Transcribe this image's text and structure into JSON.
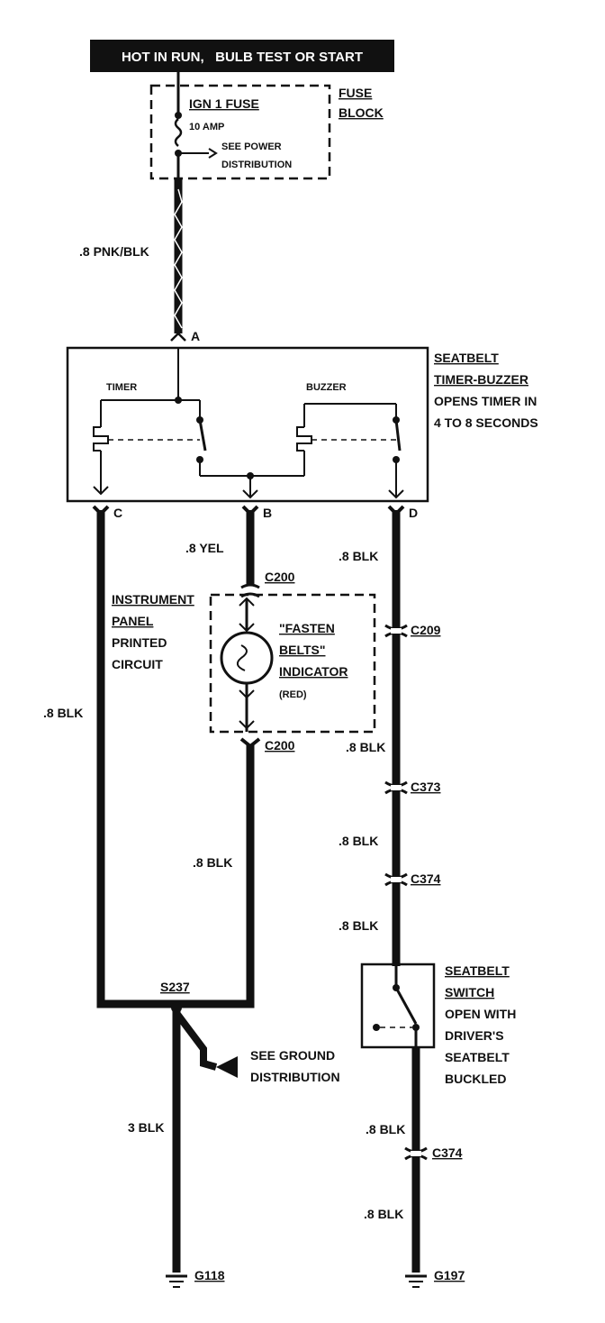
{
  "header": {
    "power_label": "HOT IN RUN,   BULB TEST OR START"
  },
  "fuse_block": {
    "fuse_name": "IGN 1 FUSE",
    "fuse_rating": "10 AMP",
    "see_power_line1": "SEE POWER",
    "see_power_line2": "DISTRIBUTION",
    "block_label_line1": "FUSE",
    "block_label_line2": "BLOCK"
  },
  "wires": {
    "feed": ".8 PNK/BLK",
    "b_top": ".8 YEL",
    "c_left": ".8 BLK",
    "b_lower": ".8 BLK",
    "d_top": ".8 BLK",
    "d_after_c209": ".8 BLK",
    "d_after_c373": ".8 BLK",
    "d_after_c374": ".8 BLK",
    "ground_left": "3 BLK",
    "d_switch_out": ".8 BLK",
    "d_bottom": ".8 BLK"
  },
  "module": {
    "title_line1": "SEATBELT",
    "title_line2": "TIMER-BUZZER",
    "desc_line1": "OPENS TIMER IN",
    "desc_line2": "4 TO 8 SECONDS",
    "timer_label": "TIMER",
    "buzzer_label": "BUZZER",
    "pin_a": "A",
    "pin_b": "B",
    "pin_c": "C",
    "pin_d": "D"
  },
  "connectors": {
    "c200_top": "C200",
    "c200_bottom": "C200",
    "c209": "C209",
    "c373": "C373",
    "c374_upper": "C374",
    "c374_lower": "C374",
    "s237": "S237"
  },
  "instrument_panel": {
    "line1": "INSTRUMENT",
    "line2": "PANEL",
    "line3": "PRINTED",
    "line4": "CIRCUIT"
  },
  "indicator": {
    "line1": "\"FASTEN",
    "line2": "BELTS\"",
    "line3": "INDICATOR",
    "color": "(RED)"
  },
  "ground_dist": {
    "line1": "SEE GROUND",
    "line2": "DISTRIBUTION"
  },
  "seatbelt_switch": {
    "line1": "SEATBELT",
    "line2": "SWITCH",
    "line3": "OPEN WITH",
    "line4": "DRIVER'S",
    "line5": "SEATBELT",
    "line6": "BUCKLED"
  },
  "grounds": {
    "left": "G118",
    "right": "G197"
  }
}
